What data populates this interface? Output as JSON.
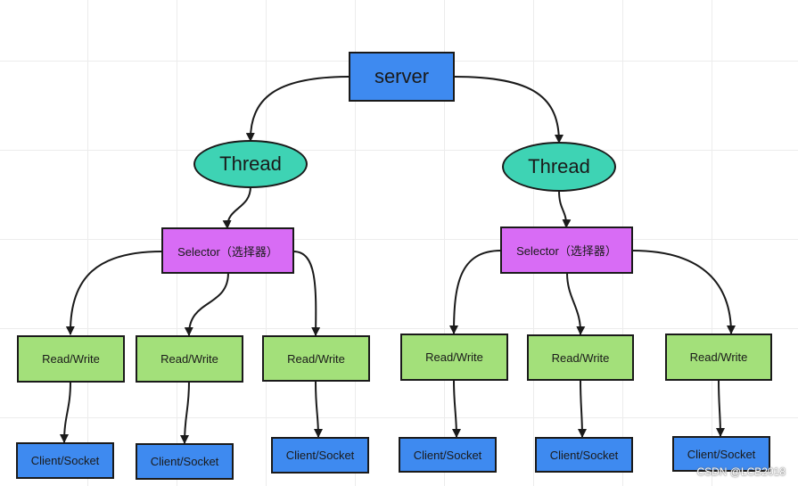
{
  "nodes": {
    "server": "server",
    "thread_left": "Thread",
    "thread_right": "Thread",
    "selector_left": "Selector（选择器）",
    "selector_right": "Selector（选择器）",
    "rw": [
      "Read/Write",
      "Read/Write",
      "Read/Write",
      "Read/Write",
      "Read/Write",
      "Read/Write"
    ],
    "clients": [
      "Client/Socket",
      "Client/Socket",
      "Client/Socket",
      "Client/Socket",
      "Client/Socket",
      "Client/Socket"
    ]
  },
  "watermark": "CSDN @LCB2018",
  "colors": {
    "server": "#3e8af0",
    "thread": "#3ed3b4",
    "selector": "#d86cf5",
    "read_write": "#a3e07a",
    "client": "#3e8af0",
    "edge": "#1a1a1a"
  }
}
